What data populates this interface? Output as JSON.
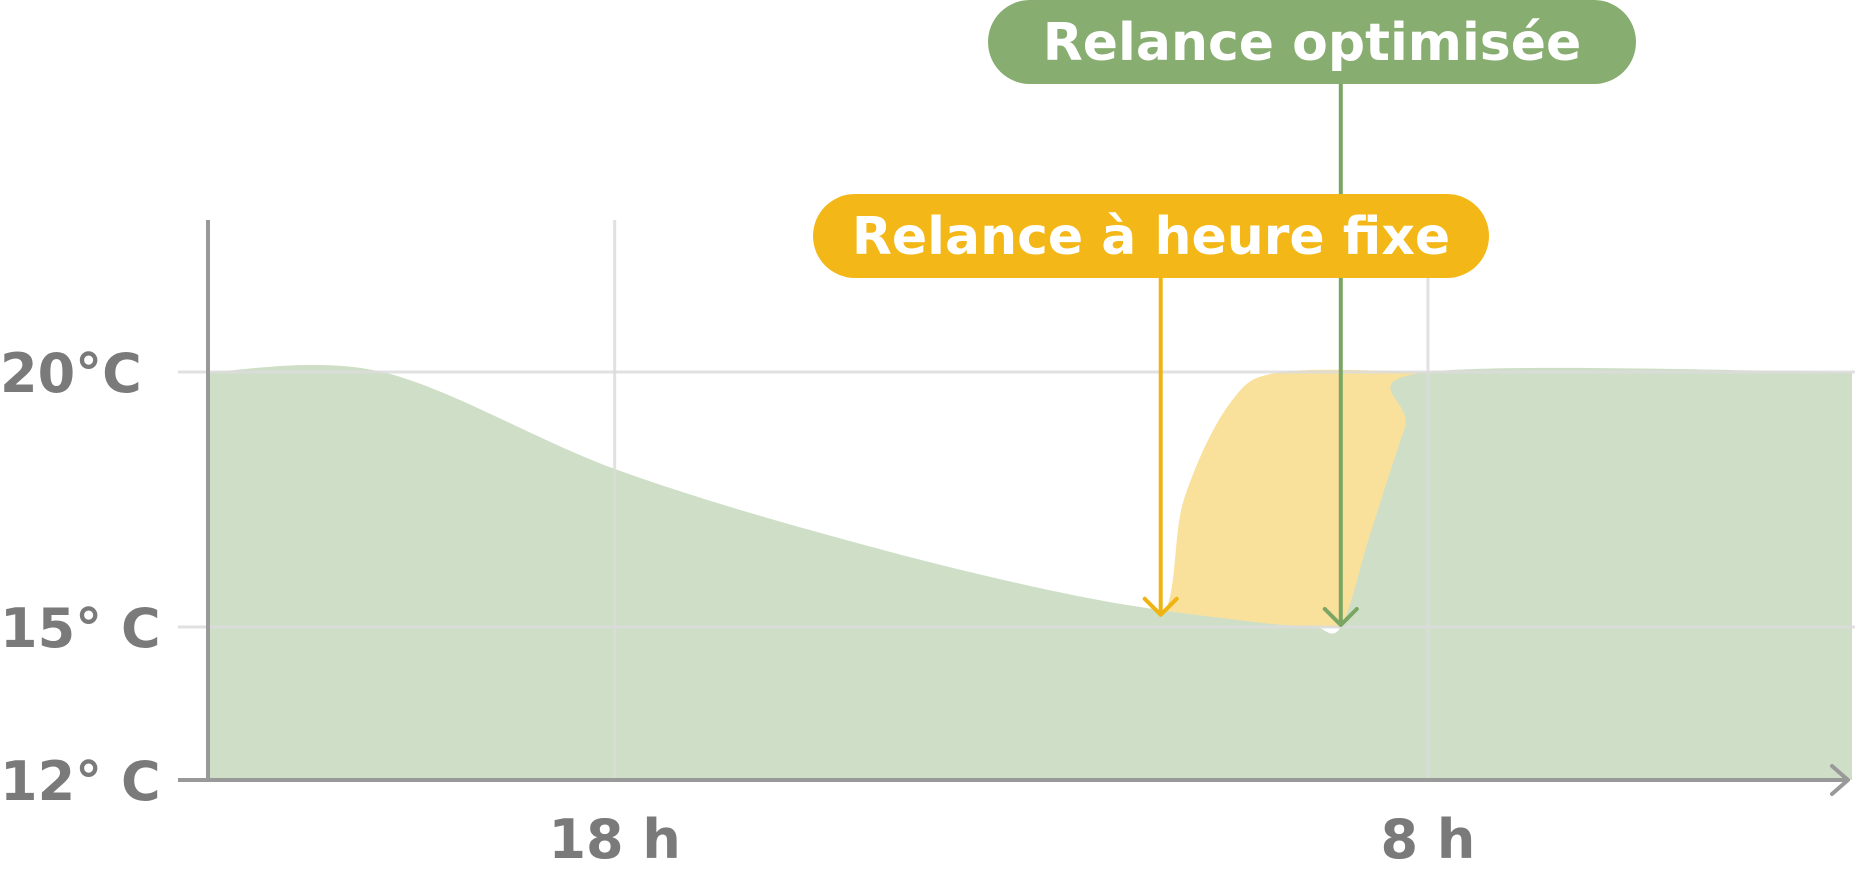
{
  "chart_data": {
    "type": "area",
    "y_ticks": [
      {
        "value": 20,
        "label": "20°C"
      },
      {
        "value": 15,
        "label": "15° C"
      },
      {
        "value": 12,
        "label": "12° C"
      }
    ],
    "x_ticks": [
      {
        "value": 18,
        "label": "18 h"
      },
      {
        "value": 32,
        "label": "8 h"
      }
    ],
    "xlim": [
      11,
      39.3
    ],
    "ylim": [
      12,
      20
    ],
    "grid": true,
    "series": [
      {
        "key": "optimized",
        "color": "#cfdfc7",
        "points": [
          [
            11,
            20
          ],
          [
            14,
            20
          ],
          [
            18,
            18.1
          ],
          [
            22,
            16.7
          ],
          [
            26,
            15.6
          ],
          [
            29,
            15.1
          ],
          [
            30,
            15.02
          ],
          [
            30.5,
            15
          ],
          [
            31,
            16.8
          ],
          [
            31.6,
            18.9
          ],
          [
            32,
            20
          ],
          [
            39.3,
            20
          ]
        ]
      },
      {
        "key": "fixed",
        "color": "#f9e19c",
        "points": [
          [
            26,
            15.6
          ],
          [
            27.4,
            15.2
          ],
          [
            27.8,
            17.5
          ],
          [
            28.6,
            19.4
          ],
          [
            29.5,
            20
          ],
          [
            32,
            20
          ]
        ]
      }
    ],
    "annotations": [
      {
        "label": "Relance optimisée",
        "x": 30.5,
        "y": 15,
        "color": "#87ad70",
        "stroke": "#7aa563"
      },
      {
        "label": "Relance à heure fixe",
        "x": 27.4,
        "y": 15.2,
        "color": "#f3b817",
        "stroke": "#efb412"
      }
    ],
    "colors": {
      "axis": "#999999",
      "grid": "#dcdcdc",
      "text": "#7a7a7a"
    }
  }
}
